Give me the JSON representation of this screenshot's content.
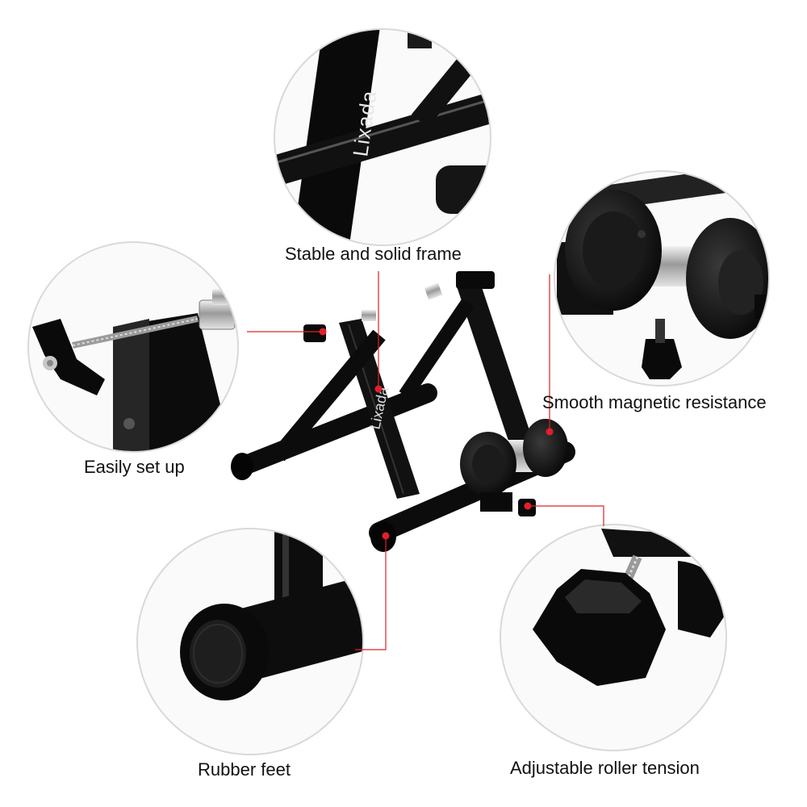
{
  "brand": {
    "logo_text": "Lixada"
  },
  "callouts": {
    "frame": "Stable and solid frame",
    "magnet": "Smooth magnetic resistance",
    "setup": "Easily set up",
    "feet": "Rubber feet",
    "tension": "Adjustable roller tension"
  },
  "colors": {
    "leader_line": "#e0202a",
    "frame": "#0c0c0c",
    "circle_border": "#d9d9d9",
    "background": "#ffffff"
  }
}
